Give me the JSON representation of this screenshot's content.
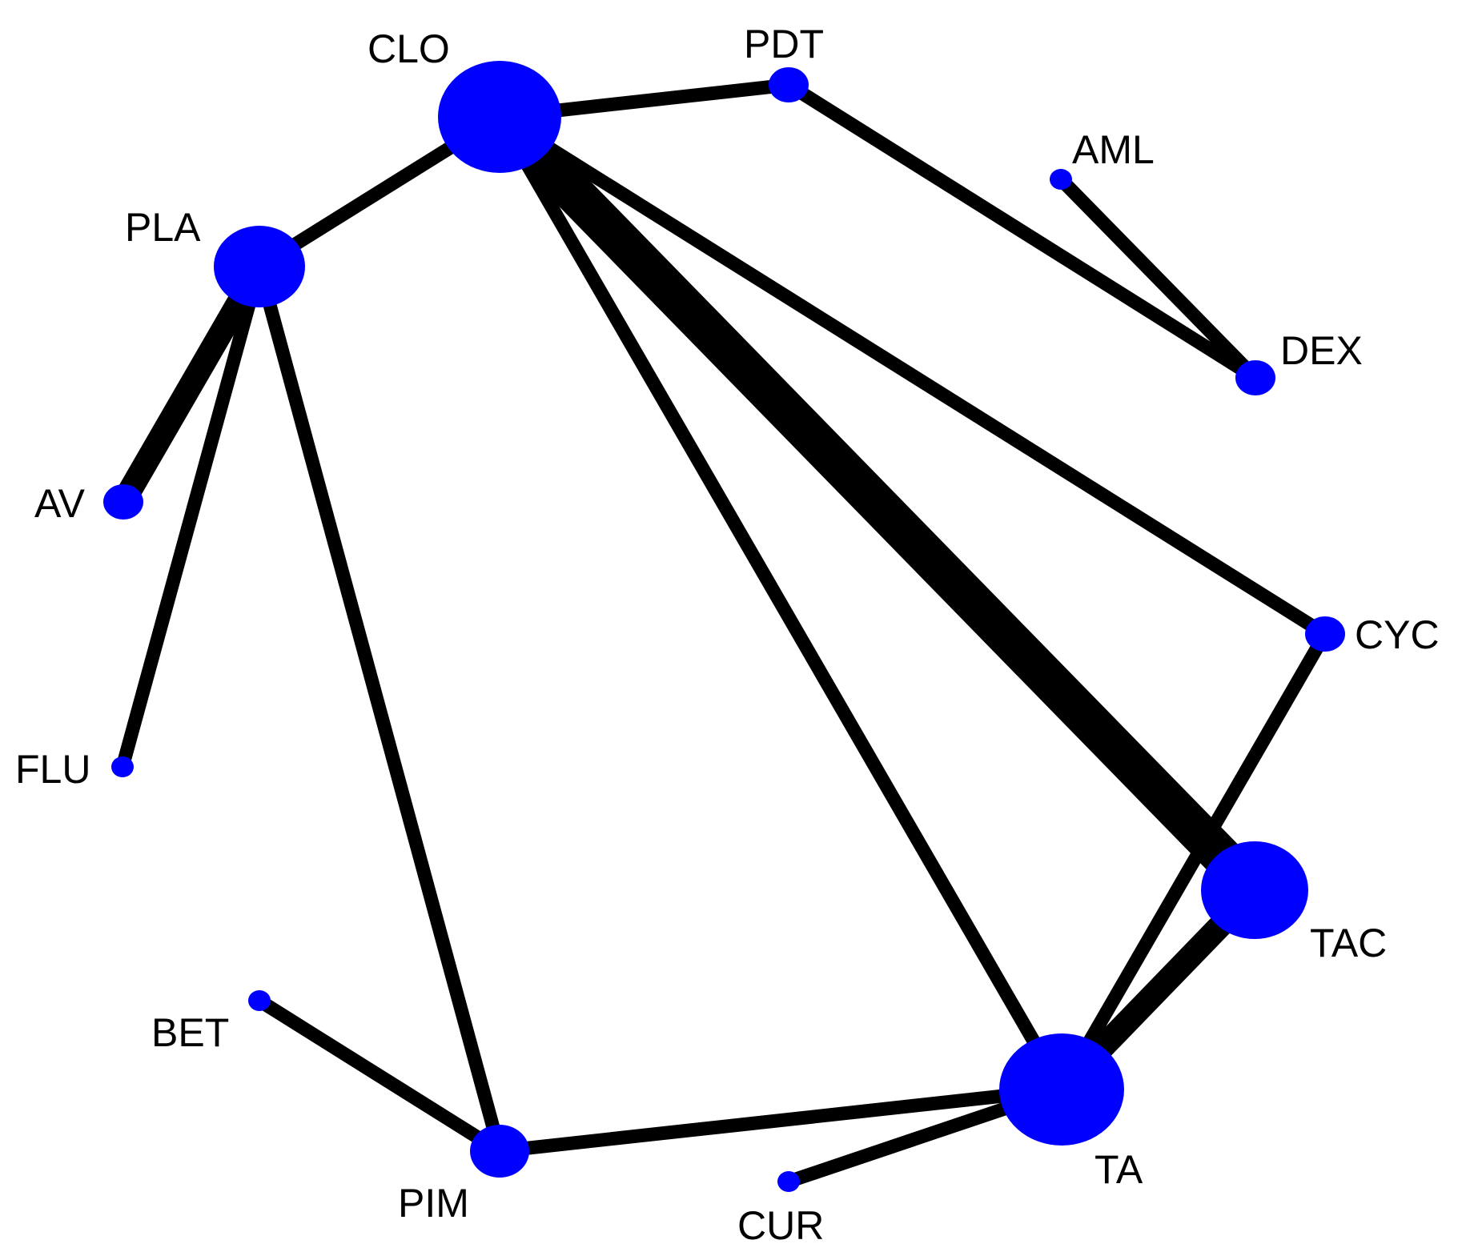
{
  "colors": {
    "background": "#ffffff",
    "node": "#0000ff",
    "edge": "#000000",
    "label": "#000000"
  },
  "nodes": [
    {
      "id": "CLO",
      "label": "CLO",
      "size": "large"
    },
    {
      "id": "PDT",
      "label": "PDT",
      "size": "small"
    },
    {
      "id": "AML",
      "label": "AML",
      "size": "tiny"
    },
    {
      "id": "DEX",
      "label": "DEX",
      "size": "small"
    },
    {
      "id": "CYC",
      "label": "CYC",
      "size": "small"
    },
    {
      "id": "TAC",
      "label": "TAC",
      "size": "large"
    },
    {
      "id": "TA",
      "label": "TA",
      "size": "large"
    },
    {
      "id": "CUR",
      "label": "CUR",
      "size": "tiny"
    },
    {
      "id": "PIM",
      "label": "PIM",
      "size": "medium"
    },
    {
      "id": "BET",
      "label": "BET",
      "size": "tiny"
    },
    {
      "id": "FLU",
      "label": "FLU",
      "size": "tiny"
    },
    {
      "id": "AV",
      "label": "AV",
      "size": "small"
    },
    {
      "id": "PLA",
      "label": "PLA",
      "size": "large"
    }
  ],
  "edges": [
    {
      "from": "CLO",
      "to": "PDT",
      "weight": "medium"
    },
    {
      "from": "CLO",
      "to": "PLA",
      "weight": "medium"
    },
    {
      "from": "CLO",
      "to": "TAC",
      "weight": "heavy"
    },
    {
      "from": "CLO",
      "to": "CYC",
      "weight": "medium"
    },
    {
      "from": "CLO",
      "to": "TA",
      "weight": "medium"
    },
    {
      "from": "PDT",
      "to": "DEX",
      "weight": "medium"
    },
    {
      "from": "AML",
      "to": "DEX",
      "weight": "medium"
    },
    {
      "from": "PLA",
      "to": "AV",
      "weight": "thick"
    },
    {
      "from": "PLA",
      "to": "FLU",
      "weight": "medium"
    },
    {
      "from": "PLA",
      "to": "PIM",
      "weight": "medium"
    },
    {
      "from": "CYC",
      "to": "TA",
      "weight": "medium"
    },
    {
      "from": "TAC",
      "to": "TA",
      "weight": "thick"
    },
    {
      "from": "TA",
      "to": "PIM",
      "weight": "medium"
    },
    {
      "from": "TA",
      "to": "CUR",
      "weight": "medium"
    },
    {
      "from": "BET",
      "to": "PIM",
      "weight": "medium"
    }
  ]
}
